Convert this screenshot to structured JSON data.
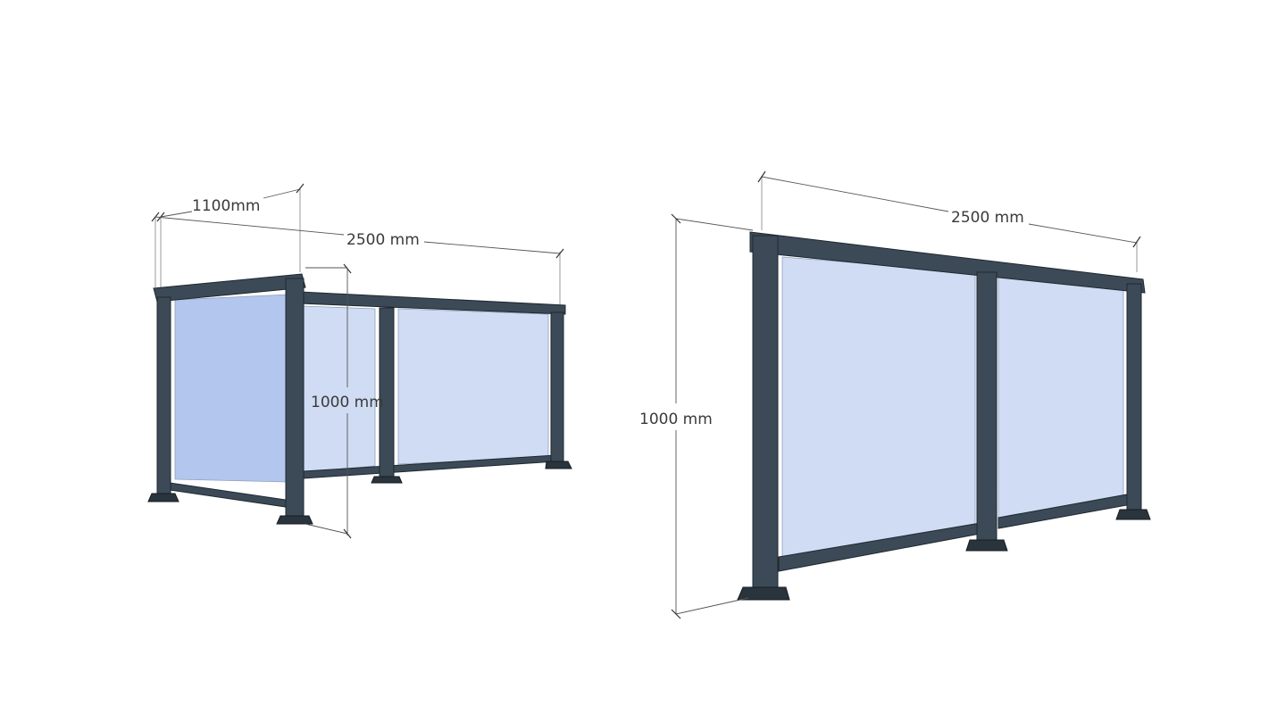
{
  "drawing": {
    "background": "#ffffff",
    "frame_color": "#3c4a57",
    "glass_color": "#cfdcf4",
    "glass_side_color": "#b2c6ee",
    "views": [
      {
        "name": "l-shaped-barrier-left",
        "dimensions": {
          "depth": "1100mm",
          "length": "2500 mm",
          "height": "1000 mm"
        }
      },
      {
        "name": "straight-barrier-right",
        "dimensions": {
          "length": "2500 mm",
          "height": "1000 mm"
        }
      }
    ]
  }
}
